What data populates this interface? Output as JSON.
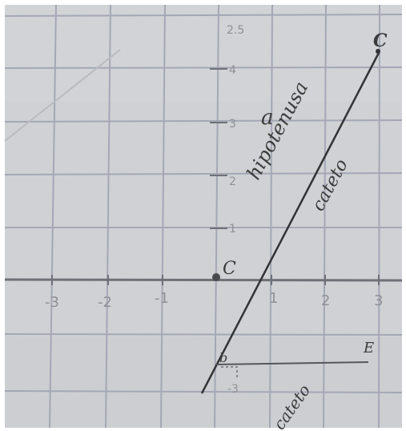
{
  "photo": {
    "description_visible_text": true,
    "graph_paper_color": "#cfd1d4",
    "grid_line_color": "#a4a8b4",
    "pencil_color": "#3b3b3b",
    "y_axis_labels": [
      "4",
      "3",
      "2",
      "1"
    ],
    "x_axis_labels": [
      "-3",
      "-2",
      "-1",
      "1",
      "2",
      "3"
    ],
    "y_axis_top_label": "2.5",
    "point_c_label": "C",
    "origin_label": "C",
    "hypotenuse_text": "hipotenusa",
    "prefix_text": "a",
    "cateto_diagonal": "cateto",
    "cateto_bottom": "cateto",
    "e_label": "E",
    "b_label": "b",
    "neg3_label": "-3"
  }
}
